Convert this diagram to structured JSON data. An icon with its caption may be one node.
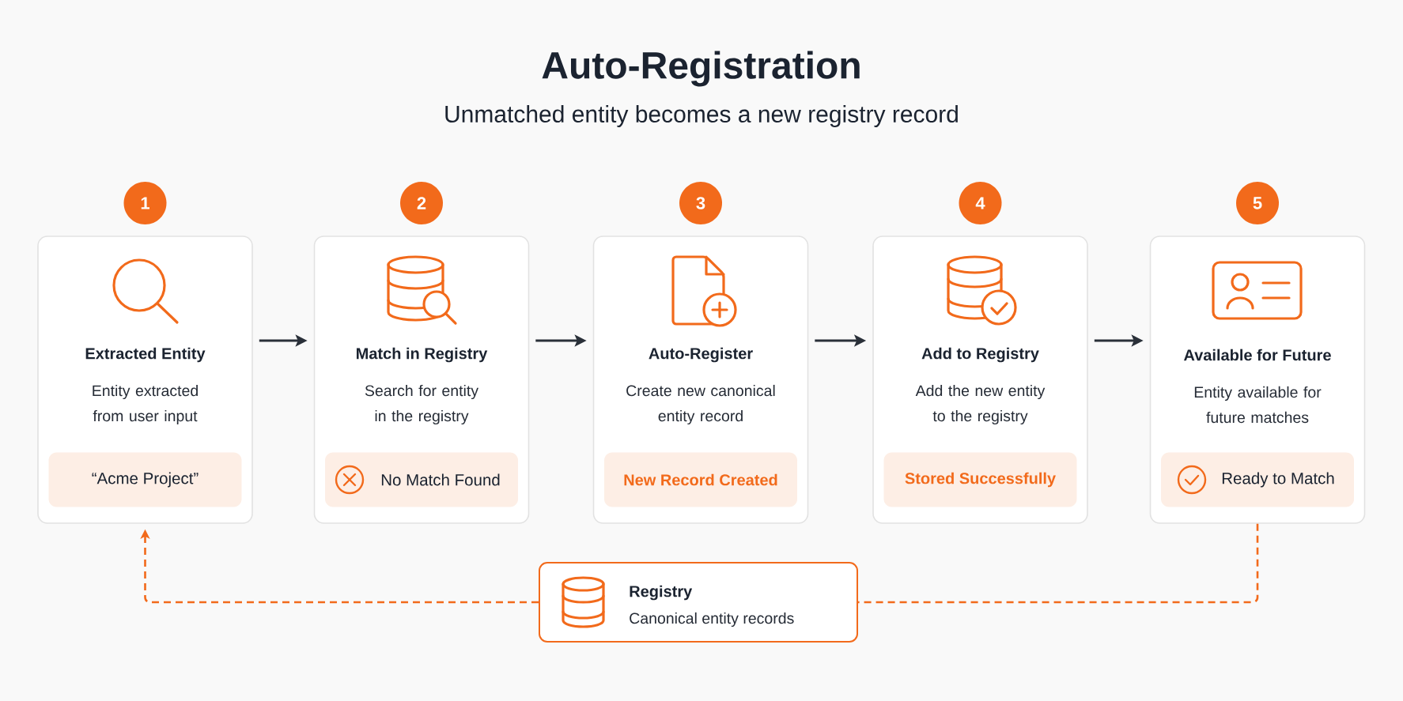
{
  "diagram": {
    "title": "Auto-Registration",
    "nodes": [
      {
        "text": [
          "1"
        ]
      },
      {
        "text": [
          "Extracted Entity",
          "Entity extracted from user input"
        ]
      },
      {
        "text": [
          "“Acme Project”"
        ],
        "in": 1
      },
      {
        "text": [
          "2"
        ]
      },
      {
        "text": [
          "Match in Registry",
          "Search for entity in the registry"
        ]
      },
      {
        "text": [
          "No Match Found"
        ],
        "in": 4
      },
      {
        "text": [
          "3"
        ]
      },
      {
        "text": [
          "Auto-Register",
          "Create new canonical entity record"
        ]
      },
      {
        "text": [
          "New Record Created"
        ],
        "in": 7
      },
      {
        "text": [
          "4"
        ]
      },
      {
        "text": [
          "Add to Registry",
          "Add the new entity to the registry"
        ]
      },
      {
        "text": [
          "Stored Successfully"
        ],
        "in": 10
      },
      {
        "text": [
          "5"
        ]
      },
      {
        "text": [
          "Available for Future",
          "Entity available for future matches"
        ]
      },
      {
        "text": [
          "Ready to Match"
        ],
        "in": 13
      },
      {
        "text": [
          "Registry",
          "Canonical entity records"
        ]
      }
    ],
    "edges": [
      {
        "from": 1,
        "to": 4,
        "arrow": "to"
      },
      {
        "from": 4,
        "to": 7,
        "arrow": "to"
      },
      {
        "from": 7,
        "to": 10,
        "arrow": "to"
      },
      {
        "from": 10,
        "to": 13,
        "arrow": "to"
      },
      {
        "from": 13,
        "to": 15,
        "arrow": "none",
        "style": "dashed",
        "color": "#f26a1b"
      },
      {
        "from": 15,
        "to": 1,
        "arrow": "to",
        "style": "dashed",
        "color": "#f26a1b"
      }
    ],
    "labels": [
      "Unmatched entity becomes a new registry record"
    ]
  }
}
